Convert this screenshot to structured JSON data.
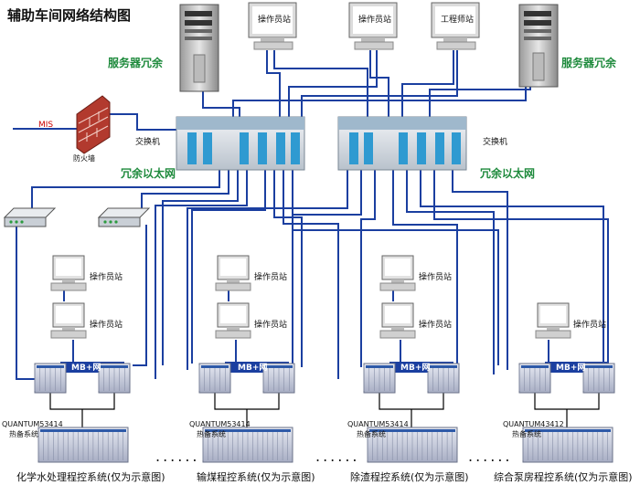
{
  "title": "辅助车间网络结构图",
  "server_redundancy": "服务器冗余",
  "switch_label": "交换机",
  "redundant_ethernet": "冗余以太网",
  "mis": "MIS",
  "firewall": "防火墙",
  "operator_station": "操作员站",
  "engineer_station": "工程师站",
  "mb_plus_net": "MB+网",
  "hot_standby": "热备系统",
  "ellipsis": "......",
  "subsystems": [
    {
      "model": "QUANTUM53414",
      "name": "化学水处理程控系统(仅为示意图)"
    },
    {
      "model": "QUANTUM53414",
      "name": "输煤程控系统(仅为示意图)"
    },
    {
      "model": "QUANTUM53414",
      "name": "除渣程控系统(仅为示意图)"
    },
    {
      "model": "QUANTUM43412",
      "name": "综合泵房程控系统(仅为示意图)"
    }
  ],
  "colors": {
    "network_line": "#1b3fa0",
    "mb_line": "#000000",
    "label_green": "#1e8a3c",
    "mis_red": "#cc0000",
    "firewall_brick": "#b23a2e"
  }
}
